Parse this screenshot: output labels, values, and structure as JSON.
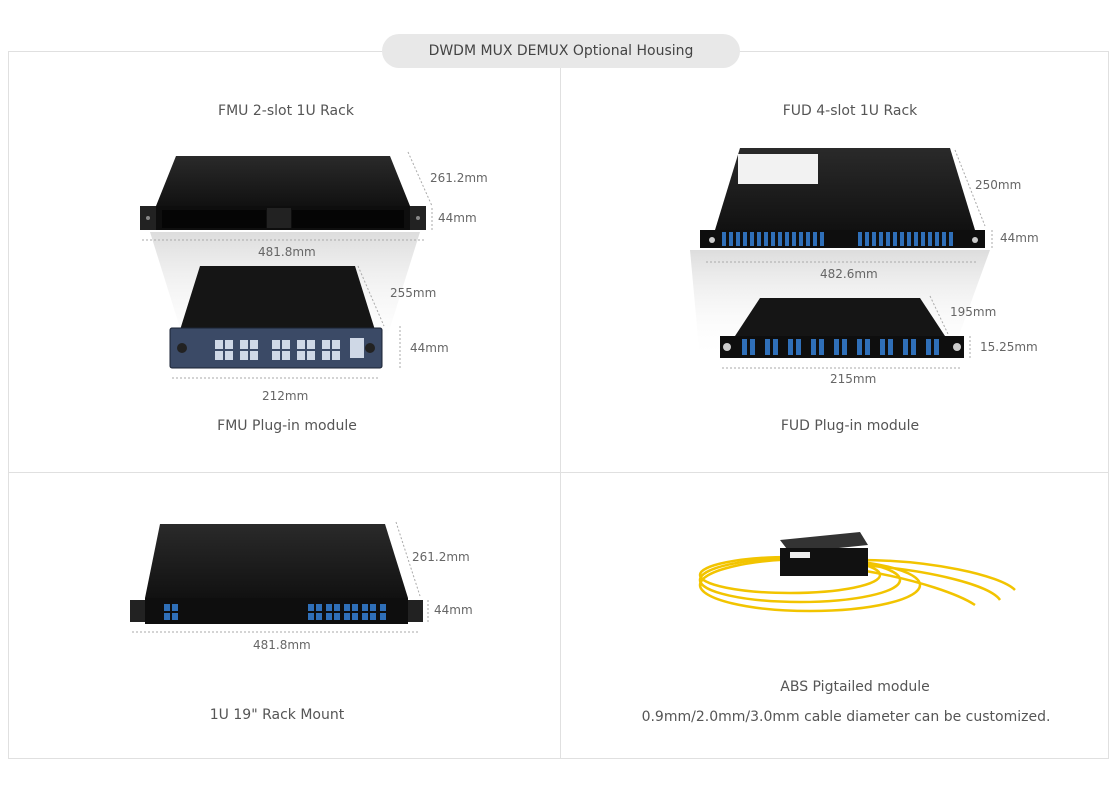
{
  "header": {
    "title": "DWDM MUX DEMUX Optional Housing"
  },
  "cells": {
    "fmu": {
      "rack_title": "FMU 2-slot 1U Rack",
      "rack_depth": "261.2mm",
      "rack_height": "44mm",
      "rack_width": "481.8mm",
      "module_depth": "255mm",
      "module_height": "44mm",
      "module_width": "212mm",
      "module_caption": "FMU Plug-in module"
    },
    "fud": {
      "rack_title": "FUD 4-slot 1U Rack",
      "rack_depth": "250mm",
      "rack_height": "44mm",
      "rack_width": "482.6mm",
      "module_depth": "195mm",
      "module_height": "15.25mm",
      "module_width": "215mm",
      "module_caption": "FUD Plug-in module"
    },
    "rack1u": {
      "depth": "261.2mm",
      "height": "44mm",
      "width": "481.8mm",
      "caption": "1U 19\" Rack Mount"
    },
    "abs": {
      "caption": "ABS Pigtailed module",
      "note": "0.9mm/2.0mm/3.0mm cable diameter can be customized."
    }
  },
  "colors": {
    "port_blue": "#2f6fb8",
    "body": "#1c1c1c",
    "fiber": "#f2c400",
    "module_face": "#3b4a66"
  }
}
